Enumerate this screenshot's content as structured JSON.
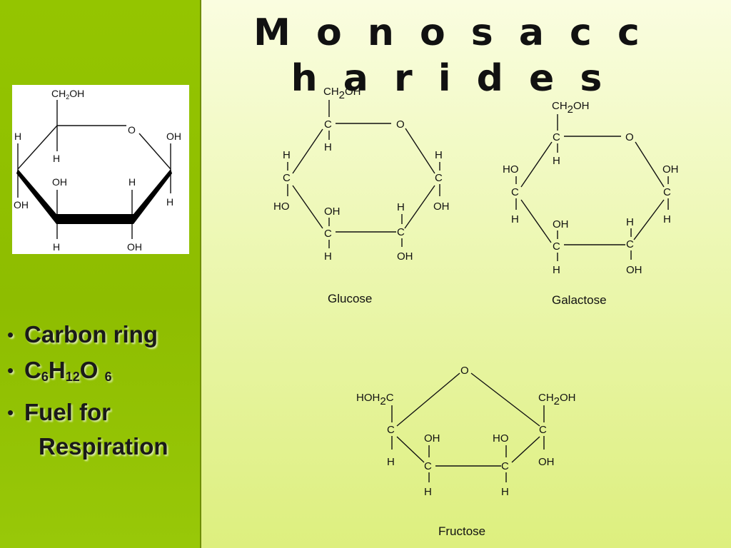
{
  "slide": {
    "title": "M o n o s a c c h a r i d e s",
    "bullets": {
      "carbon_ring": "Carbon ring",
      "formula": {
        "c": "C",
        "c_sub": "6",
        "h": "H",
        "h_sub": "12",
        "o": "O",
        "o_sub": "6"
      },
      "fuel_line1": "Fuel for",
      "fuel_line2": "Respiration",
      "bullet_glyph": "•"
    }
  },
  "chair": {
    "ch2oh": "CH",
    "ch2oh_sub": "2",
    "ch2oh_tail": "OH",
    "o": "O",
    "h": "H",
    "oh": "OH"
  },
  "glucose": {
    "name": "Glucose",
    "ch": "CH",
    "ch_sub": "2",
    "ch_tail": "OH",
    "c": "C",
    "o": "O",
    "h": "H",
    "oh": "OH",
    "ho": "HO"
  },
  "galactose": {
    "name": "Galactose",
    "ch": "CH",
    "ch_sub": "2",
    "ch_tail": "OH",
    "c": "C",
    "o": "O",
    "h": "H",
    "oh": "OH",
    "ho": "HO"
  },
  "fructose": {
    "name": "Fructose",
    "hoh": "HOH",
    "hoh_sub": "2",
    "hoh_tail": "C",
    "ch": "CH",
    "ch_sub": "2",
    "ch_tail": "OH",
    "c": "C",
    "o": "O",
    "h": "H",
    "oh": "OH",
    "ho": "HO"
  },
  "colors": {
    "sidebar_green": "#94c500",
    "panel_start": "#fafde0",
    "panel_end": "#ddef7e"
  }
}
